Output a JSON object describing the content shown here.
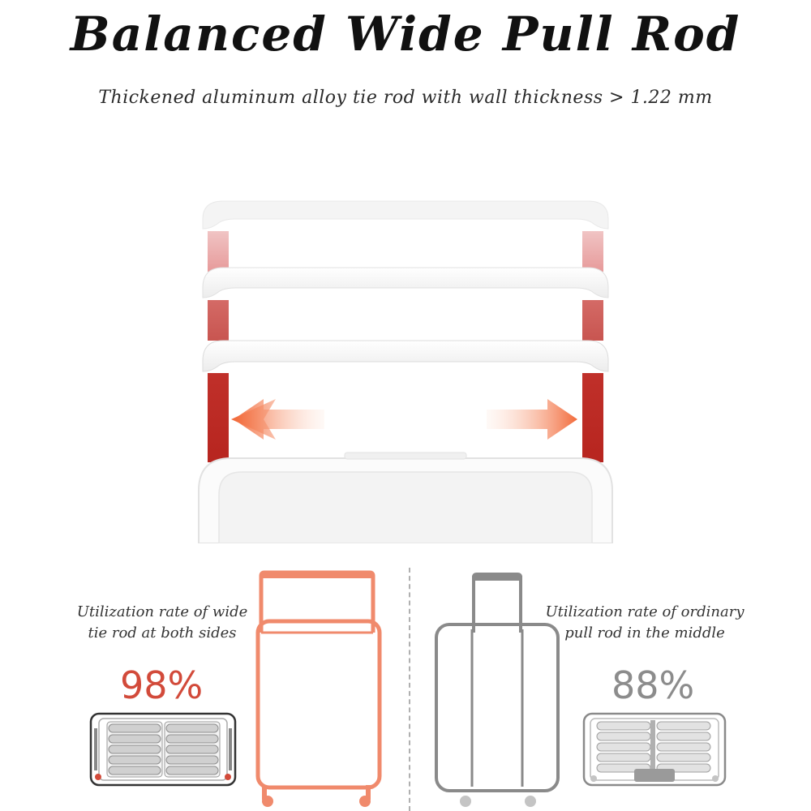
{
  "header": {
    "title": "Balanced Wide Pull Rod",
    "subtitle": "Thickened aluminum alloy tie rod with wall thickness > 1.22 mm"
  },
  "comparison": {
    "wide": {
      "caption_line1": "Utilization rate of wide",
      "caption_line2": "tie rod at both sides",
      "percent": "98%",
      "color": "#d24a3a"
    },
    "ordinary": {
      "caption_line1": "Utilization rate of ordinary",
      "caption_line2": "pull rod in the middle",
      "percent": "88%",
      "color": "#8c8c8c"
    }
  },
  "colors": {
    "rod_red": "#c0302a",
    "arrow_orange": "#f26a3a",
    "suitcase_orange": "#f08a6c",
    "suitcase_gray": "#888888"
  }
}
